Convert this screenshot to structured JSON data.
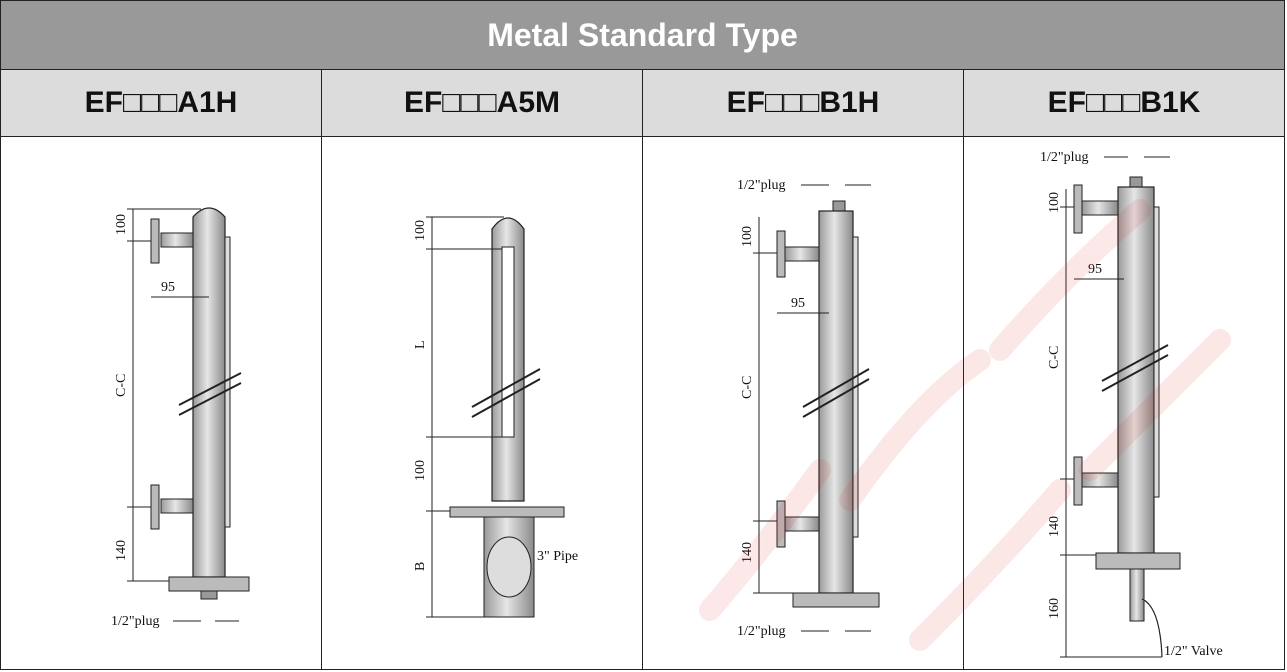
{
  "title": "Metal Standard Type",
  "models": [
    "EF□□□A1H",
    "EF□□□A5M",
    "EF□□□B1H",
    "EF□□□B1K"
  ],
  "labels": {
    "a1h": {
      "dim_top": "100",
      "dim_offset": "95",
      "dim_cc": "C-C",
      "dim_bottom": "140",
      "plug": "1/2\"plug"
    },
    "a5m": {
      "dim_top": "100",
      "dim_l": "L",
      "dim_mid": "100",
      "dim_b": "B",
      "pipe": "3\" Pipe"
    },
    "b1h": {
      "plug_top": "1/2\"plug",
      "dim_top": "100",
      "dim_offset": "95",
      "dim_cc": "C-C",
      "dim_bottom": "140",
      "plug_bottom": "1/2\"plug"
    },
    "b1k": {
      "plug_top": "1/2\"plug",
      "dim_top": "100",
      "dim_offset": "95",
      "dim_cc": "C-C",
      "dim_bottom": "140",
      "dim_valve": "160",
      "valve": "1/2\" Valve"
    }
  },
  "colors": {
    "header": "#999999",
    "subheader": "#dcdcdc",
    "pipe": "#c8c8c8",
    "line": "#222222",
    "watermark": "#e0201a"
  }
}
